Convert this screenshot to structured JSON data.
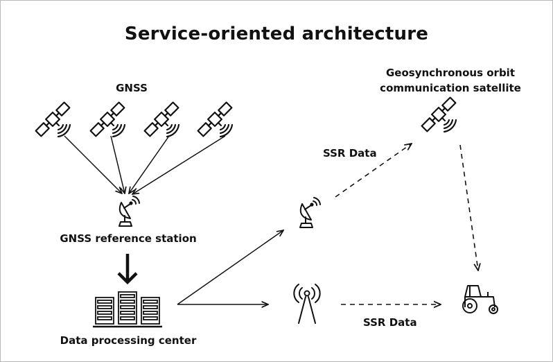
{
  "title": "Service-oriented architecture",
  "nodes": {
    "gnss": "GNSS",
    "geo_line1": "Geosynchronous orbit",
    "geo_line2": "communication satellite",
    "reference_station": "GNSS reference station",
    "data_center": "Data processing center"
  },
  "edges": {
    "ssr_upper": "SSR Data",
    "ssr_lower": "SSR Data"
  },
  "icons": [
    "satellite-icon",
    "satellite-dish-icon",
    "server-rack-icon",
    "radio-tower-icon",
    "tractor-icon",
    "arrow-down-icon"
  ]
}
